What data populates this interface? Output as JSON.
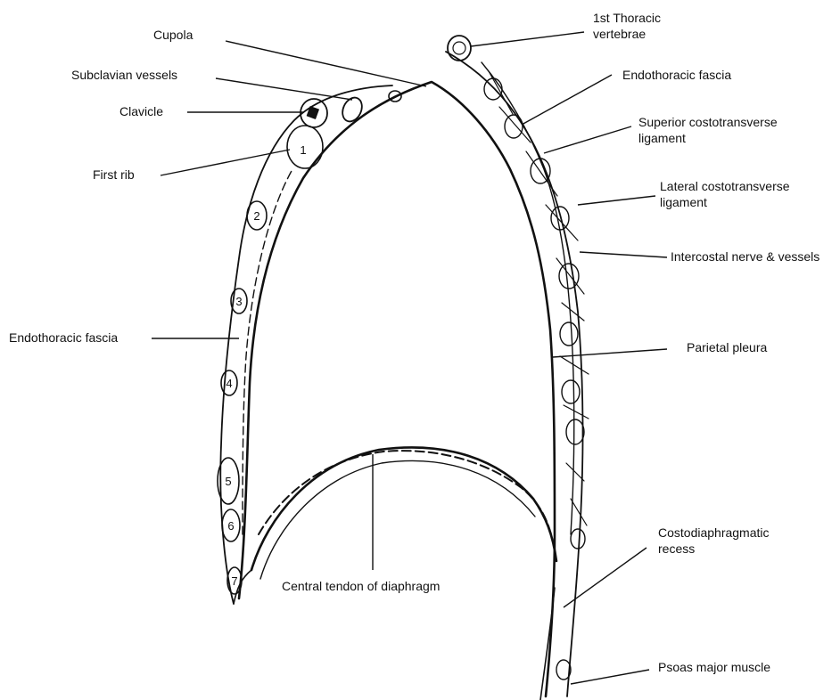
{
  "labels": {
    "cupola": "Cupola",
    "subclavian": "Subclavian vessels",
    "clavicle": "Clavicle",
    "first_rib": "First rib",
    "endothoracic_left": "Endothoracic fascia",
    "thoracic_vertebrae_l1": "1st Thoracic",
    "thoracic_vertebrae_l2": "vertebrae",
    "endothoracic_right": "Endothoracic fascia",
    "superior_ct_l1": "Superior costotransverse",
    "superior_ct_l2": "ligament",
    "lateral_ct_l1": "Lateral costotransverse",
    "lateral_ct_l2": "ligament",
    "intercostal": "Intercostal nerve & vessels",
    "parietal_pleura": "Parietal pleura",
    "central_tendon": "Central tendon of diaphragm",
    "costodiaphragmatic_l1": "Costodiaphragmatic",
    "costodiaphragmatic_l2": "recess",
    "psoas": "Psoas major muscle"
  },
  "rib_numbers": [
    "1",
    "2",
    "3",
    "4",
    "5",
    "6",
    "7"
  ],
  "colors": {
    "ink": "#111111",
    "background": "#ffffff"
  }
}
